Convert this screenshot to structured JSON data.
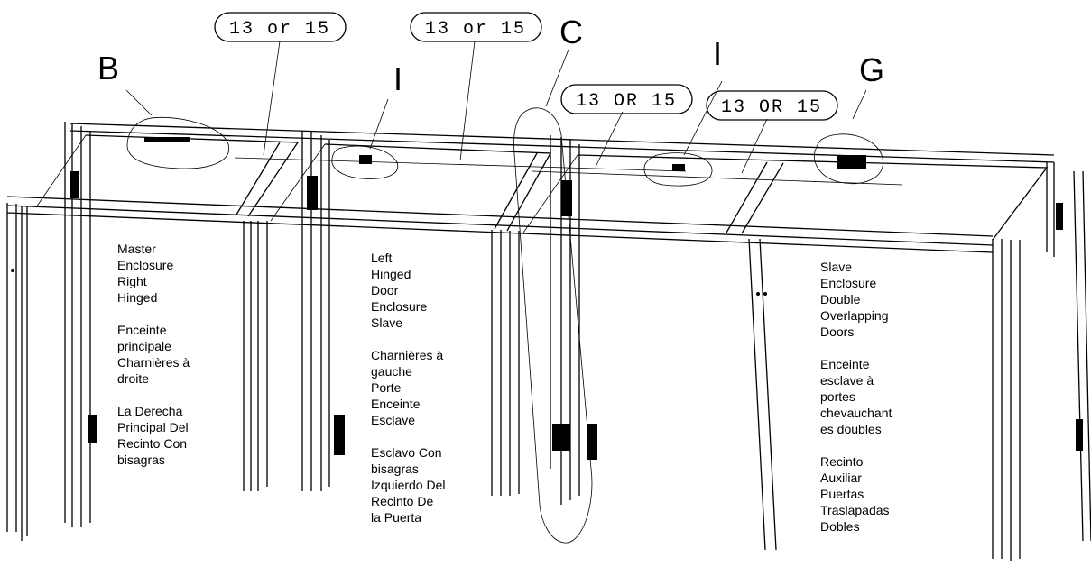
{
  "callouts": {
    "c1": "13 or 15",
    "c2": "13 or 15",
    "c3": "13 OR 15",
    "c4": "13 OR 15"
  },
  "letters": {
    "b": "B",
    "i1": "I",
    "c": "C",
    "i2": "I",
    "g": "G"
  },
  "labels": {
    "master": [
      "Master",
      "Enclosure",
      "Right",
      "Hinged",
      "",
      "Enceinte",
      "principale",
      "Charnières à",
      "droite",
      "",
      "La Derecha",
      "Principal Del",
      "Recinto  Con",
      "bisagras"
    ],
    "left": [
      "Left",
      "Hinged",
      "Door",
      "Enclosure",
      "Slave",
      "",
      "Charnières à",
      "gauche",
      "Porte",
      "Enceinte",
      "Esclave",
      "",
      "Esclavo  Con",
      "bisagras",
      "Izquierdo Del",
      "Recinto  De",
      "la Puerta"
    ],
    "slave": [
      "Slave",
      "Enclosure",
      "Double",
      "Overlapping",
      "Doors",
      "",
      "Enceinte",
      "esclave à",
      "portes",
      "chevauchant",
      "es doubles",
      "",
      "Recinto",
      "Auxiliar",
      "Puertas",
      "Traslapadas",
      "Dobles"
    ]
  }
}
